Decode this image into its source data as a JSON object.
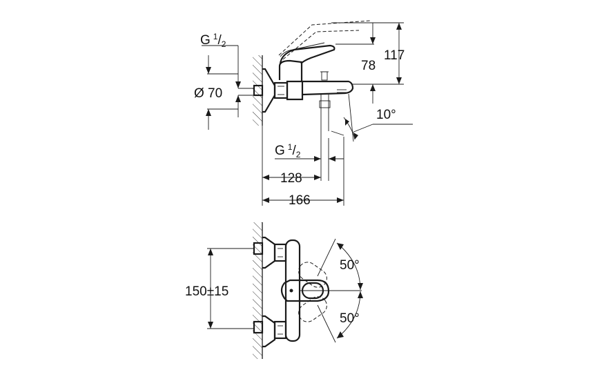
{
  "side_view": {
    "thread_top": {
      "main": "G",
      "frac_num": "1",
      "frac_den": "2"
    },
    "thread_bottom": {
      "main": "G",
      "frac_num": "1",
      "frac_den": "2"
    },
    "diameter": "Ø 70",
    "dim_78": "78",
    "dim_117": "117",
    "angle": "10°",
    "dim_128": "128",
    "dim_166": "166"
  },
  "top_view": {
    "spacing": "150±15",
    "angle_upper": "50°",
    "angle_lower": "50°"
  }
}
